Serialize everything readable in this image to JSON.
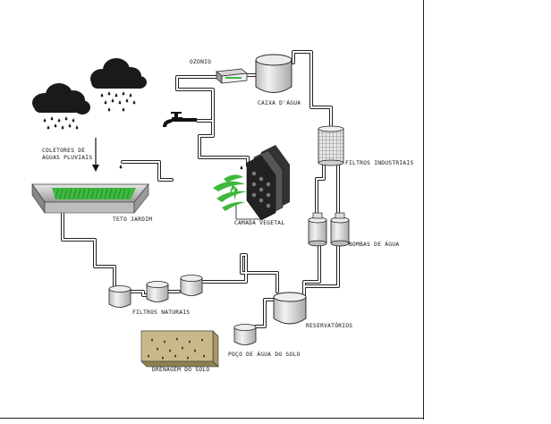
{
  "labels": {
    "ozonio": "OZONIO",
    "caixa": "CAIXA D'ÁGUA",
    "filtros_industriais": "FILTROS INDUSTRIAIS",
    "coletores_1": "COLETORES DE",
    "coletores_2": "ÁGUAS PLUVIAIS",
    "teto_jardim": "TETO JARDIM",
    "camada_vegetal": "CAMADA VEGETAL",
    "bombas": "BOMBAS DE ÁGUA",
    "filtros_naturais": "FILTROS NATURAIS",
    "reservatorios": "RESERVATÓRIOS",
    "poco": "POÇO DE ÁGUA DO SOLO",
    "drenagem": "DRENAGEM DO SOLO"
  },
  "colors": {
    "cloud": "#1a1a1a",
    "pipe": "#222222",
    "green": "#3fb83f",
    "soil": "#c9b98a",
    "tank": "#d8d8d8"
  }
}
